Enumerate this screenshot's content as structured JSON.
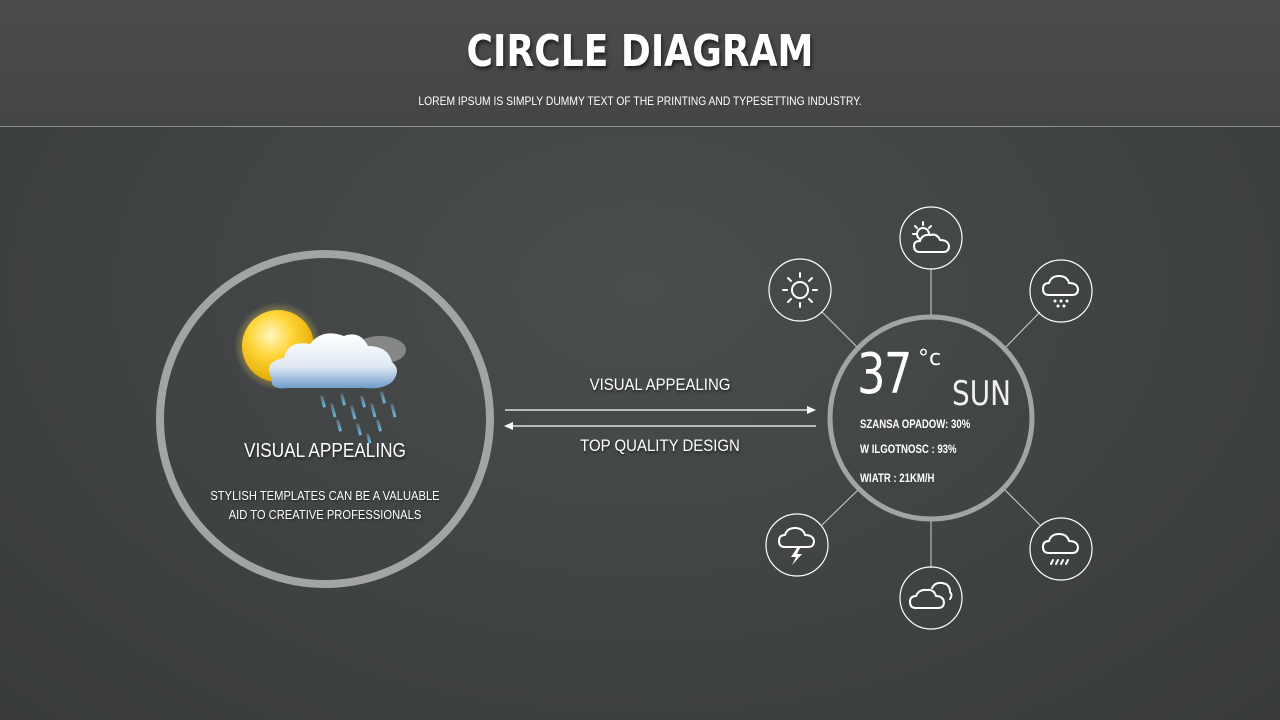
{
  "header": {
    "title": "CIRCLE DIAGRAM",
    "subtitle": "LOREM IPSUM IS SIMPLY DUMMY TEXT OF THE PRINTING AND TYPESETTING INDUSTRY."
  },
  "left_circle": {
    "icon": "sun-cloud-rain-icon",
    "heading": "VISUAL APPEALING",
    "text": "STYLISH TEMPLATES CAN BE A VALUABLE AID TO CREATIVE PROFESSIONALS"
  },
  "arrows": {
    "top_label": "VISUAL APPEALING",
    "bottom_label": "TOP QUALITY DESIGN"
  },
  "weather_hub": {
    "temperature": "37",
    "unit": "°c",
    "day": "SUN",
    "stats": [
      "SZANSA OPADOW: 30%",
      "W ILGOTNOSC : 93%",
      "WIATR : 21KM/H"
    ],
    "satellites": [
      {
        "name": "partly-cloudy-icon"
      },
      {
        "name": "snow-cloud-icon"
      },
      {
        "name": "drizzle-cloud-icon"
      },
      {
        "name": "cloudy-icon"
      },
      {
        "name": "thunderstorm-icon"
      },
      {
        "name": "sun-icon"
      }
    ]
  },
  "colors": {
    "ring": "#a3a5a5",
    "line": "#d8d8d8",
    "text": "#ffffff"
  }
}
